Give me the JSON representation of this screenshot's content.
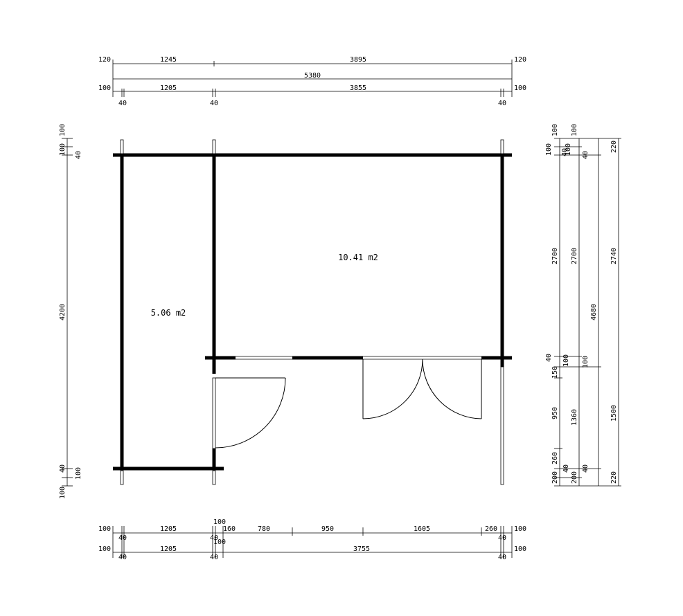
{
  "plan": {
    "rooms": [
      {
        "id": "room-small",
        "area": "5.06 m2"
      },
      {
        "id": "room-large",
        "area": "10.41 m2"
      }
    ],
    "top_dims": {
      "row1": [
        "120",
        "1245",
        "3895",
        "120"
      ],
      "row2": "5380",
      "row3": [
        "100",
        "1205",
        "3855",
        "100"
      ],
      "row4": [
        "40",
        "40",
        "40"
      ]
    },
    "bottom_dims": {
      "row1": [
        "100",
        "40",
        "1205",
        "40",
        "160",
        "780",
        "950",
        "1605",
        "260",
        "40",
        "100"
      ],
      "row1_extra": [
        "100",
        "100"
      ],
      "row2": [
        "100",
        "40",
        "1205",
        "40",
        "3755",
        "40",
        "100"
      ]
    },
    "left_dims": [
      "100",
      "100",
      "40",
      "4200",
      "40",
      "100",
      "100"
    ],
    "right_dims": {
      "col1": [
        "100",
        "100",
        "2700",
        "40",
        "150",
        "950",
        "260",
        "200"
      ],
      "col2": [
        "100",
        "40",
        "100",
        "2700",
        "100",
        "1360",
        "40",
        "200"
      ],
      "col3": [
        "40",
        "100",
        "40"
      ],
      "col4": [
        "4680"
      ],
      "col5": [
        "220",
        "2740",
        "1500",
        "220"
      ]
    }
  }
}
